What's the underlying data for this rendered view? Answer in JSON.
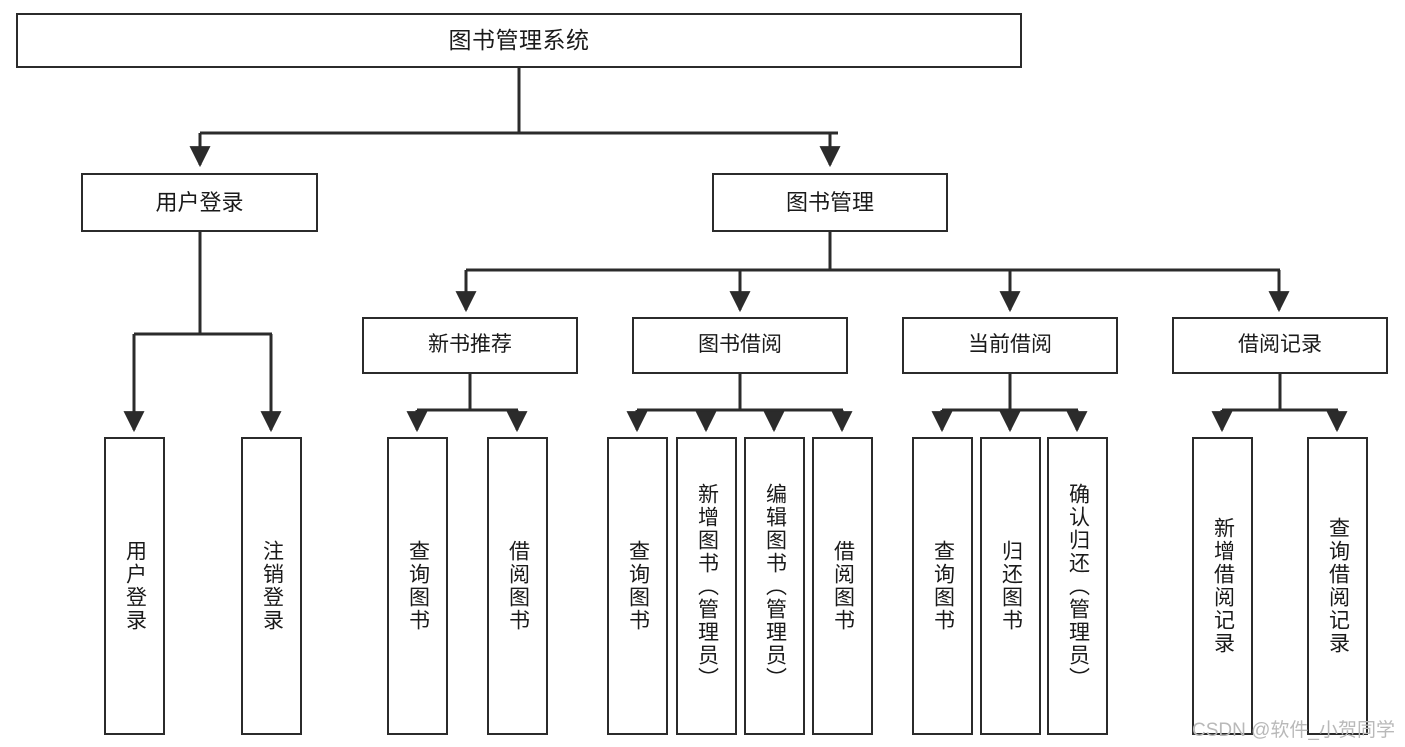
{
  "diagram": {
    "title": "图书管理系统",
    "watermark": "CSDN @软件_小贺同学",
    "style": {
      "box_border_color": "#2b2b2b",
      "box_fill_color": "#ffffff",
      "line_color": "#2b2b2b",
      "text_color": "#1a1a1a",
      "background_color": "#ffffff",
      "watermark_color": "#b9b9b9"
    },
    "levels": {
      "root": {
        "label": "图书管理系统"
      },
      "level2": [
        {
          "id": "user-login",
          "label": "用户登录"
        },
        {
          "id": "book-management",
          "label": "图书管理"
        }
      ],
      "level3": [
        {
          "id": "new-book-recommend",
          "label": "新书推荐",
          "parent": "book-management"
        },
        {
          "id": "book-borrow",
          "label": "图书借阅",
          "parent": "book-management"
        },
        {
          "id": "current-borrow",
          "label": "当前借阅",
          "parent": "book-management"
        },
        {
          "id": "borrow-record",
          "label": "借阅记录",
          "parent": "book-management"
        }
      ],
      "leaves": {
        "user-login": [
          {
            "id": "leaf-user-login",
            "label": "用户登录"
          },
          {
            "id": "leaf-logout",
            "label": "注销登录"
          }
        ],
        "new-book-recommend": [
          {
            "id": "leaf-query-book-1",
            "label": "查询图书"
          },
          {
            "id": "leaf-borrow-book-1",
            "label": "借阅图书"
          }
        ],
        "book-borrow": [
          {
            "id": "leaf-query-book-2",
            "label": "查询图书"
          },
          {
            "id": "leaf-add-book",
            "label": "新增图书（管理员）"
          },
          {
            "id": "leaf-edit-book",
            "label": "编辑图书（管理员）"
          },
          {
            "id": "leaf-borrow-book-2",
            "label": "借阅图书"
          }
        ],
        "current-borrow": [
          {
            "id": "leaf-query-book-3",
            "label": "查询图书"
          },
          {
            "id": "leaf-return-book",
            "label": "归还图书"
          },
          {
            "id": "leaf-confirm-return",
            "label": "确认归还（管理员）"
          }
        ],
        "borrow-record": [
          {
            "id": "leaf-add-record",
            "label": "新增借阅记录"
          },
          {
            "id": "leaf-query-record",
            "label": "查询借阅记录"
          }
        ]
      }
    }
  }
}
